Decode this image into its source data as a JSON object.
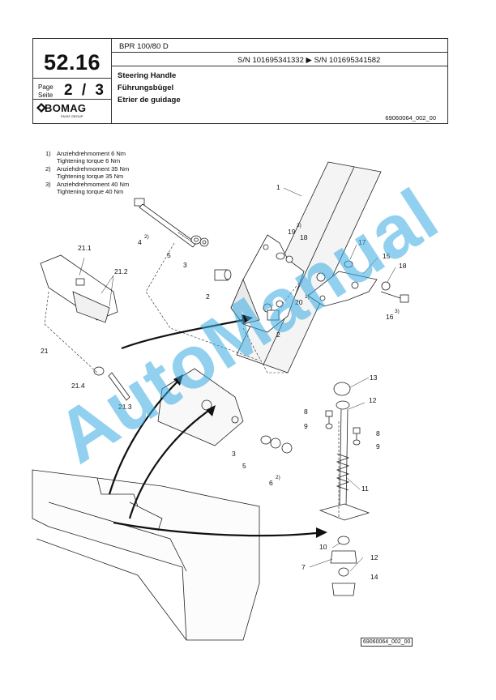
{
  "header": {
    "section_number": "52.16",
    "page_label_de": "Page",
    "page_label_en": "Seite",
    "page_current": "2",
    "page_sep": "/",
    "page_total": "3",
    "brand": "BOMAG",
    "brand_sub": "FAYAT GROUP",
    "model": "BPR 100/80 D",
    "serial_range": "S/N 101695341332  ▶  S/N 101695341582",
    "title_en": "Steering Handle",
    "title_de": "Führungsbügel",
    "title_fr": "Etrier de guidage",
    "drawing_ref": "69060064_002_00"
  },
  "notes": [
    {
      "num": "1)",
      "line1": "Anziehdrehmoment 6 Nm",
      "line2": "Tightening torque 6 Nm"
    },
    {
      "num": "2)",
      "line1": "Anziehdrehmoment 35 Nm",
      "line2": "Tightening torque 35 Nm"
    },
    {
      "num": "3)",
      "line1": "Anziehdrehmoment 40 Nm",
      "line2": "Tightening torque 40 Nm"
    }
  ],
  "callouts": {
    "c1": "1",
    "c2a": "2",
    "c2b": "2",
    "c3a": "3",
    "c3b": "3",
    "c4": "4",
    "c4s": "2)",
    "c5a": "5",
    "c5b": "5",
    "c6": "6",
    "c6s": "2)",
    "c7": "7",
    "c8a": "8",
    "c8b": "8",
    "c9a": "9",
    "c9b": "9",
    "c10": "10",
    "c11": "11",
    "c12a": "12",
    "c12b": "12",
    "c13": "13",
    "c14": "14",
    "c15": "15",
    "c16": "16",
    "c16s": "3)",
    "c17": "17",
    "c18a": "18",
    "c18b": "18",
    "c19": "19",
    "c19s": "3)",
    "c20": "20",
    "c20s": "1)",
    "c21": "21",
    "c211": "21.1",
    "c212": "21.2",
    "c213": "21.3",
    "c214": "21.4"
  },
  "watermark": "AutoManual",
  "bottom_ref": "69060064_002_00"
}
